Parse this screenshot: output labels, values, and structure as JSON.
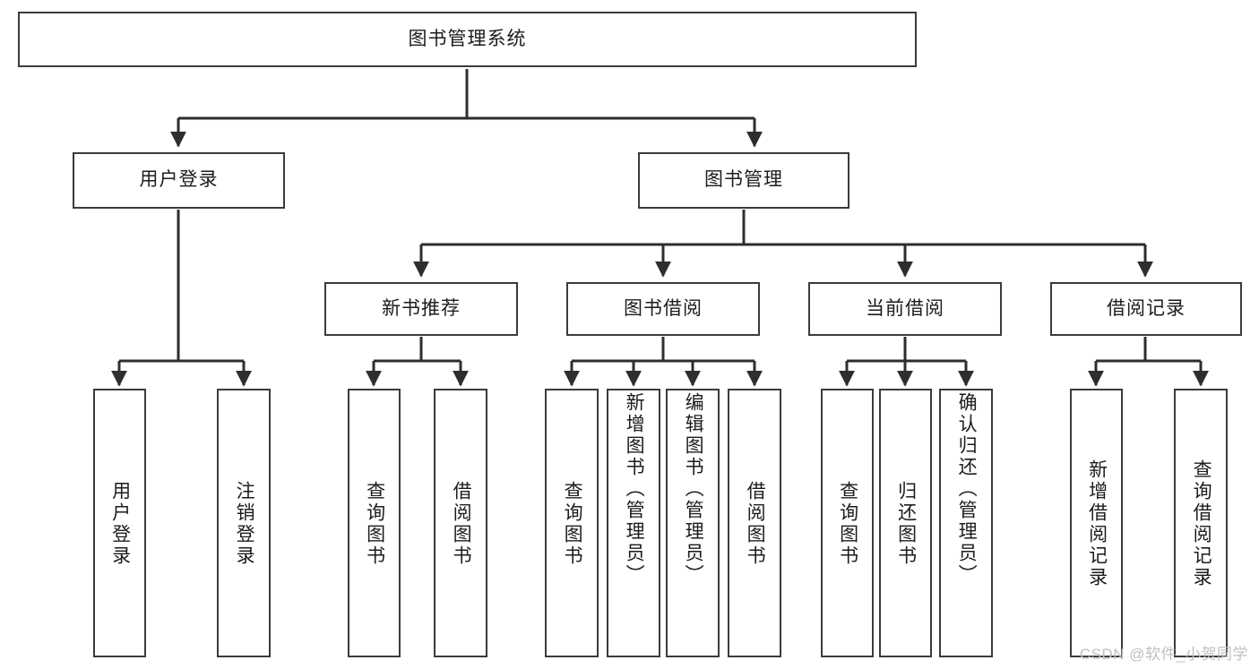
{
  "diagram": {
    "title_node": {
      "label": "图书管理系统"
    },
    "level2": [
      {
        "id": "user-login",
        "label": "用户登录"
      },
      {
        "id": "book-management",
        "label": "图书管理"
      }
    ],
    "level3": [
      {
        "id": "new-book-recommend",
        "label": "新书推荐"
      },
      {
        "id": "book-borrow",
        "label": "图书借阅"
      },
      {
        "id": "current-borrow",
        "label": "当前借阅"
      },
      {
        "id": "borrow-record",
        "label": "借阅记录"
      }
    ],
    "leaves": [
      {
        "id": "leaf-user-login",
        "label": "用户登录"
      },
      {
        "id": "leaf-logout-login",
        "label": "注销登录"
      },
      {
        "id": "leaf-query-book-1",
        "label": "查询图书"
      },
      {
        "id": "leaf-borrow-book-1",
        "label": "借阅图书"
      },
      {
        "id": "leaf-query-book-2",
        "label": "查询图书"
      },
      {
        "id": "leaf-add-book",
        "label": "新增图书（管理员）"
      },
      {
        "id": "leaf-edit-book",
        "label": "编辑图书（管理员）"
      },
      {
        "id": "leaf-borrow-book-2",
        "label": "借阅图书"
      },
      {
        "id": "leaf-query-book-3",
        "label": "查询图书"
      },
      {
        "id": "leaf-return-book",
        "label": "归还图书"
      },
      {
        "id": "leaf-confirm-return",
        "label": "确认归还（管理员）"
      },
      {
        "id": "leaf-add-borrow-record",
        "label": "新增借阅记录"
      },
      {
        "id": "leaf-query-borrow-record",
        "label": "查询借阅记录"
      }
    ]
  },
  "watermark": {
    "text": "CSDN @软件_小贺同学"
  },
  "colors": {
    "stroke": "#3b3b3b",
    "background": "#ffffff",
    "text": "#1c1c1c",
    "watermark": "#bfbfbf"
  }
}
